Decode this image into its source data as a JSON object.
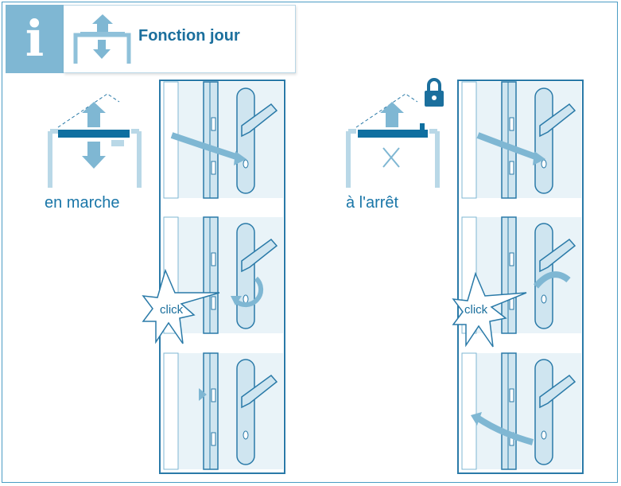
{
  "header": {
    "info_icon": "i",
    "title": "Fonction jour"
  },
  "modes": [
    {
      "label": "en marche",
      "click_label": "click"
    },
    {
      "label": "à l'arrêt",
      "click_label": "click"
    }
  ],
  "colors": {
    "accent": "#1b6f9d",
    "light": "#7fb7d3",
    "pale": "#e8f3f8",
    "border": "#2a7aa8"
  }
}
